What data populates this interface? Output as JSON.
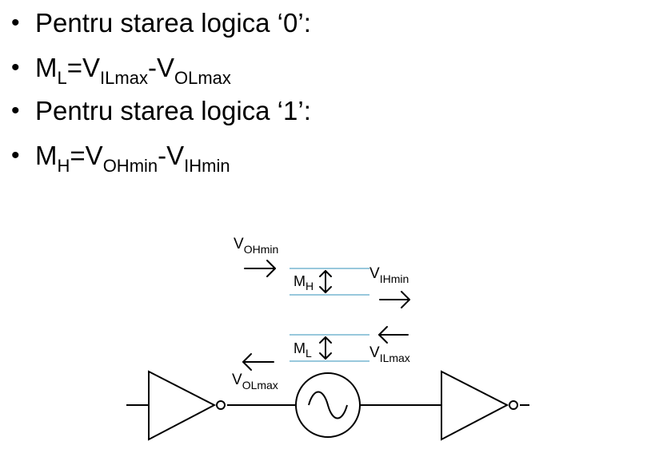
{
  "bullets": [
    {
      "segments": [
        {
          "t": "Pentru starea logica ‘0’:",
          "sub": false
        }
      ]
    },
    {
      "segments": [
        {
          "t": "M",
          "sub": false
        },
        {
          "t": "L",
          "sub": true
        },
        {
          "t": "=V",
          "sub": false
        },
        {
          "t": "ILmax",
          "sub": true
        },
        {
          "t": "-V",
          "sub": false
        },
        {
          "t": "OLmax",
          "sub": true
        }
      ]
    },
    {
      "segments": [
        {
          "t": "Pentru starea logica ‘1’:",
          "sub": false
        }
      ]
    },
    {
      "segments": [
        {
          "t": "M",
          "sub": false
        },
        {
          "t": "H",
          "sub": true
        },
        {
          "t": "=V",
          "sub": false
        },
        {
          "t": "OHmin",
          "sub": true
        },
        {
          "t": "-V",
          "sub": false
        },
        {
          "t": "IHmin",
          "sub": true
        }
      ]
    }
  ],
  "diagram": {
    "labels": {
      "voh_main": "V",
      "voh_sub": "OHmin",
      "vih_main": "V",
      "vih_sub": "IHmin",
      "vil_main": "V",
      "vil_sub": "ILmax",
      "vol_main": "V",
      "vol_sub": "OLmax",
      "mh_main": "M",
      "mh_sub": "H",
      "ml_main": "M",
      "ml_sub": "L"
    },
    "colors": {
      "level_line": "#5aa6c8",
      "stroke": "#000000"
    },
    "icons": [
      "right-arrow-icon",
      "left-arrow-icon",
      "double-arrow-icon",
      "inverter-icon",
      "sine-source-icon"
    ]
  }
}
